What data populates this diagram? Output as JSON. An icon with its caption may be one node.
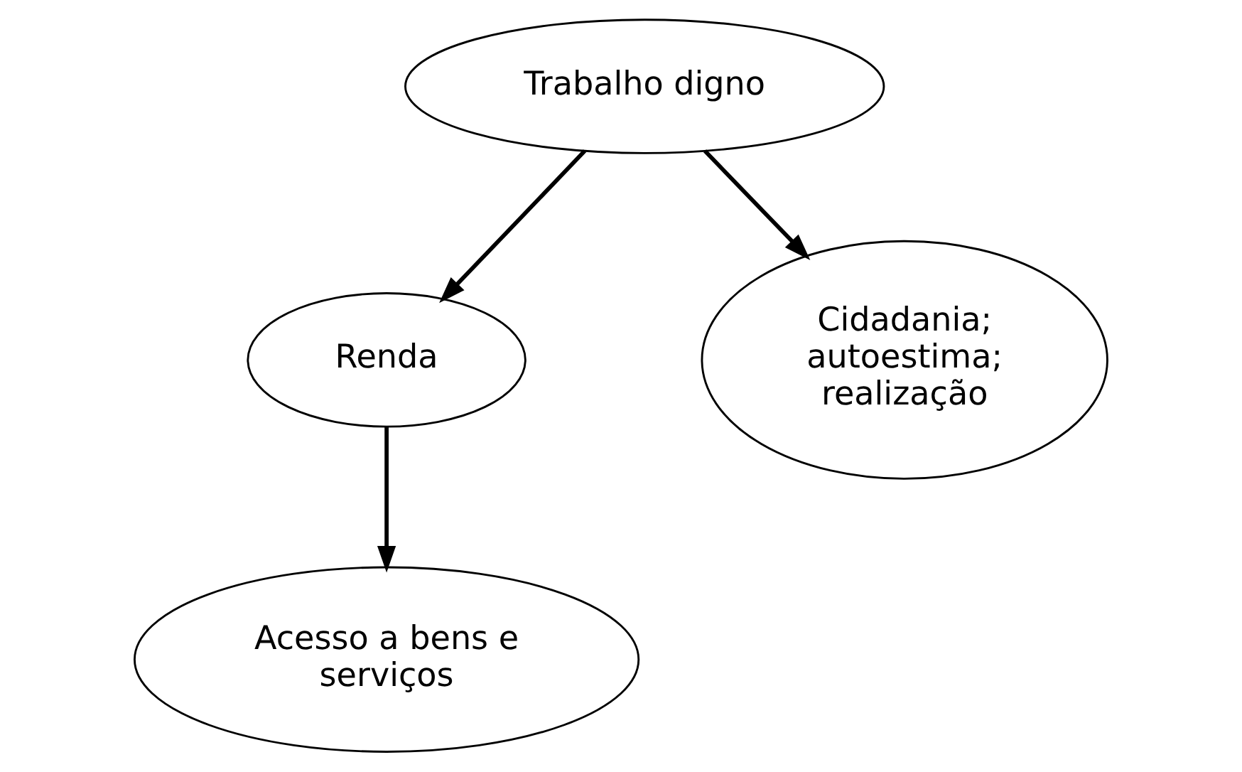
{
  "diagram": {
    "nodes": [
      {
        "text": [
          "Trabalho digno"
        ]
      },
      {
        "text": [
          "Renda"
        ]
      },
      {
        "text": [
          "Cidadania; autoestima; realização"
        ]
      },
      {
        "text": [
          "Acesso a bens e serviços"
        ]
      }
    ],
    "edges": [
      {
        "from": 0,
        "to": 2,
        "arrow": "to"
      },
      {
        "from": 0,
        "to": 1,
        "arrow": "to"
      },
      {
        "from": 1,
        "to": 3,
        "arrow": "to"
      }
    ]
  }
}
